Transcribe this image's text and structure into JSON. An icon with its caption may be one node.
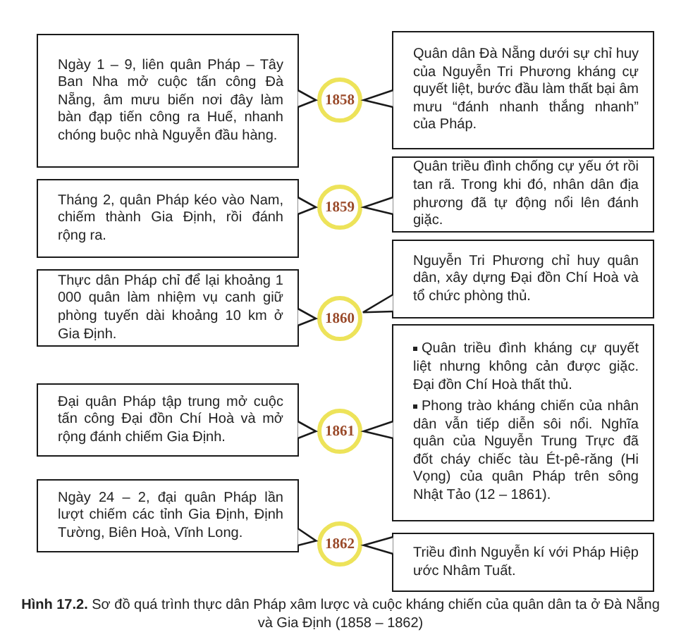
{
  "diagram": {
    "caption": "**Hình 17.2.** Sơ đồ quá trình thực dân Pháp xâm lược và cuộc kháng chiến của quân dân ta ở Đà Nẵng và Gia Định (1858 – 1862)",
    "nodes": [
      {
        "text": [
          "Ngày 1 – 9, liên quân Pháp – Tây Ban Nha mở cuộc tấn công Đà Nẵng, âm mưu biến nơi đây làm bàn đạp tiến công ra Huế, nhanh chóng buộc nhà Nguyễn đầu hàng."
        ]
      },
      {
        "text": [
          "1858"
        ]
      },
      {
        "text": [
          "Quân dân Đà Nẵng dưới sự chỉ huy của Nguyễn Tri Phương kháng cự quyết liệt, bước đầu làm thất bại âm mưu “đánh nhanh thắng nhanh” của Pháp."
        ]
      },
      {
        "text": [
          "Tháng 2, quân Pháp kéo vào Nam, chiếm thành Gia Định, rồi đánh rộng ra."
        ]
      },
      {
        "text": [
          "1859"
        ]
      },
      {
        "text": [
          "Quân triều đình chống cự yếu ớt rồi tan rã. Trong khi đó, nhân dân địa phương đã tự động nổi lên đánh giặc."
        ]
      },
      {
        "text": [
          "Thực dân Pháp chỉ để lại khoảng 1 000 quân làm nhiệm vụ canh giữ phòng tuyến dài khoảng 10 km ở Gia Định."
        ]
      },
      {
        "text": [
          "1860"
        ]
      },
      {
        "text": [
          "Nguyễn Tri Phương chỉ huy quân dân, xây dựng Đại đồn Chí Hoà và tổ chức phòng thủ."
        ]
      },
      {
        "text": [
          "Đại quân Pháp tập trung mở cuộc tấn công Đại đồn Chí Hoà và mở rộng đánh chiếm Gia Định."
        ]
      },
      {
        "text": [
          "1861"
        ]
      },
      {
        "text": [
          "Quân triều đình kháng cự quyết liệt nhưng không cản được giặc. Đại đồn Chí Hoà thất thủ.",
          "Phong trào kháng chiến của nhân dân vẫn tiếp diễn sôi nổi. Nghĩa quân của Nguyễn Trung Trực đã đốt cháy chiếc tàu Ét-pê-răng (Hi Vọng) của quân Pháp trên sông Nhật Tảo (12 – 1861)."
        ]
      },
      {
        "text": [
          "Ngày 24 – 2, đại quân Pháp lần lượt chiếm các tỉnh Gia Định, Định Tường, Biên Hoà, Vĩnh Long."
        ]
      },
      {
        "text": [
          "1862"
        ]
      },
      {
        "text": [
          "Triều đình Nguyễn kí với Pháp Hiệp ước Nhâm Tuất."
        ]
      }
    ],
    "edges": [
      {
        "from": 0,
        "to": 1,
        "arrow": "to"
      },
      {
        "from": 2,
        "to": 1,
        "arrow": "to"
      },
      {
        "from": 3,
        "to": 4,
        "arrow": "to"
      },
      {
        "from": 5,
        "to": 4,
        "arrow": "to"
      },
      {
        "from": 6,
        "to": 7,
        "arrow": "to"
      },
      {
        "from": 8,
        "to": 7,
        "arrow": "to"
      },
      {
        "from": 9,
        "to": 10,
        "arrow": "to"
      },
      {
        "from": 11,
        "to": 10,
        "arrow": "to"
      },
      {
        "from": 12,
        "to": 13,
        "arrow": "to"
      },
      {
        "from": 14,
        "to": 13,
        "arrow": "to"
      }
    ]
  }
}
